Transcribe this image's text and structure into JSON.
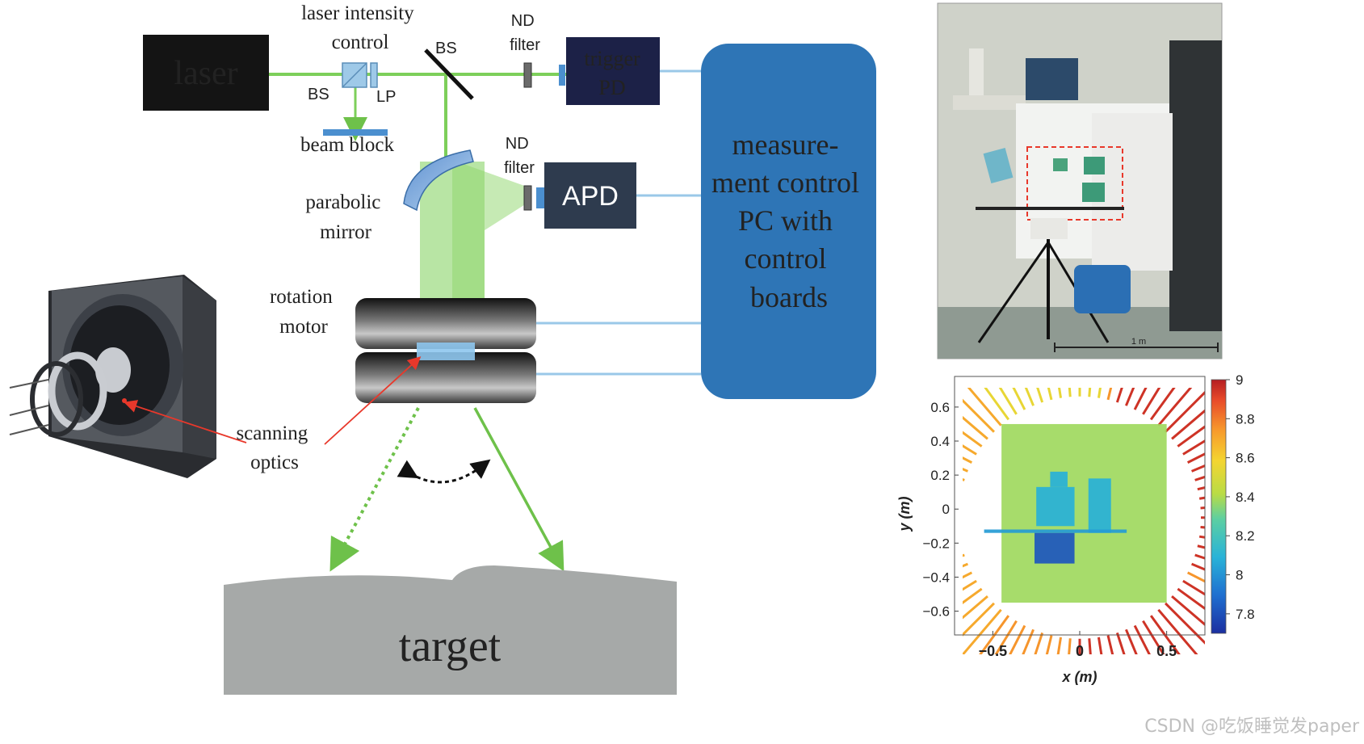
{
  "diagram": {
    "laser": "laser",
    "laser_intensity_control": [
      "laser intensity",
      "control"
    ],
    "bs_left": "BS",
    "bs_top": "BS",
    "lp": "LP",
    "beam_block": "beam block",
    "nd_filter_top": [
      "ND",
      "filter"
    ],
    "nd_filter_mid": [
      "ND",
      "filter"
    ],
    "trigger_pd": [
      "trigger",
      "PD"
    ],
    "apd": "APD",
    "parabolic_mirror": [
      "parabolic",
      "mirror"
    ],
    "rotation_motor": [
      "rotation",
      "motor"
    ],
    "scanning_optics": [
      "scanning",
      "optics"
    ],
    "control_pc": [
      "measure-",
      "ment control",
      "PC with",
      "control",
      "boards"
    ],
    "target": "target"
  },
  "photo": {
    "scale_label": "1 m"
  },
  "colors": {
    "beam_green": "#7dcf5a",
    "dark_box": "#141414",
    "navy_box": "#1c2147",
    "apd_box": "#2e3b4e",
    "pc_blue": "#2e75b6",
    "link_blue": "#9ac8e8",
    "target_gray": "#a6a9a8",
    "scanning_red": "#e8382b"
  },
  "chart_data": {
    "type": "scatter",
    "title": "",
    "xlabel": "x (m)",
    "ylabel": "y (m)",
    "xlim": [
      -0.72,
      0.72
    ],
    "ylim": [
      -0.74,
      0.78
    ],
    "xticks": [
      "−0.5",
      "0",
      "0.5"
    ],
    "xtick_values": [
      -0.5,
      0,
      0.5
    ],
    "yticks": [
      "0.6",
      "0.4",
      "0.2",
      "0",
      "−0.2",
      "−0.4",
      "−0.6"
    ],
    "ytick_values": [
      0.6,
      0.4,
      0.2,
      0,
      -0.2,
      -0.4,
      -0.6
    ],
    "colorbar": {
      "min": 7.7,
      "max": 9.0,
      "ticks": [
        "9",
        "8.8",
        "8.6",
        "8.4",
        "8.2",
        "8",
        "7.8"
      ],
      "tick_values": [
        9.0,
        8.8,
        8.6,
        8.4,
        8.2,
        8.0,
        7.8
      ]
    },
    "regions": [
      {
        "name": "background panel",
        "x": [
          -0.45,
          0.5
        ],
        "y": [
          -0.55,
          0.5
        ],
        "value": 8.38
      },
      {
        "name": "box 1",
        "x": [
          -0.25,
          -0.03
        ],
        "y": [
          -0.1,
          0.13
        ],
        "value": 8.08
      },
      {
        "name": "box 1 top",
        "x": [
          -0.17,
          -0.07
        ],
        "y": [
          0.13,
          0.22
        ],
        "value": 8.08
      },
      {
        "name": "box 2",
        "x": [
          0.05,
          0.18
        ],
        "y": [
          -0.14,
          0.18
        ],
        "value": 8.08
      },
      {
        "name": "front object",
        "x": [
          -0.26,
          -0.03
        ],
        "y": [
          -0.32,
          -0.14
        ],
        "value": 7.82
      },
      {
        "name": "stand bar",
        "x": [
          -0.55,
          0.27
        ],
        "y": [
          -0.14,
          -0.12
        ],
        "value": 8.02
      }
    ],
    "grid": false
  },
  "watermark": "CSDN @吃饭睡觉发paper"
}
